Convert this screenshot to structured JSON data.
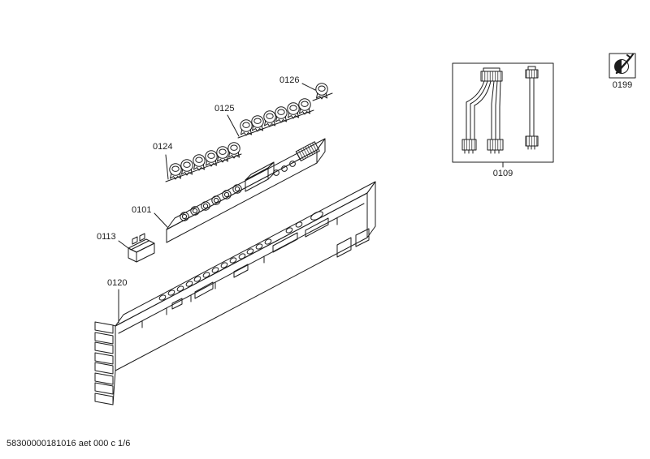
{
  "page": {
    "background": "#ffffff",
    "line_color": "#1c1c1c"
  },
  "footer": {
    "code": "58300000181016 aet 000 c 1/6"
  },
  "labels": {
    "part_0101": "0101",
    "part_0109": "0109",
    "part_0113": "0113",
    "part_0120": "0120",
    "part_0124": "0124",
    "part_0125": "0125",
    "part_0126": "0126",
    "part_0199": "0199"
  },
  "icons": {
    "service_tool_icon": "circle-with-wrench"
  }
}
